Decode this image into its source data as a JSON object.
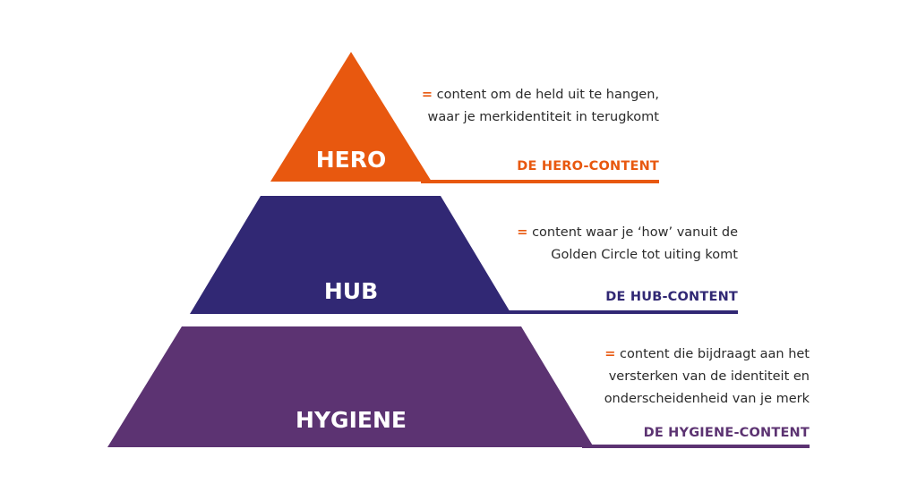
{
  "colors": {
    "hero": "#E8580F",
    "hub": "#312874",
    "hygiene": "#5C3372",
    "text": "#2b2b2b"
  },
  "tiers": [
    {
      "key": "hero",
      "label": "HERO",
      "equals": "=",
      "description_lines": [
        "content om de held uit te hangen,",
        "waar je merkidentiteit in terugkomt"
      ],
      "title": "DE HERO-CONTENT",
      "color": "#E8580F"
    },
    {
      "key": "hub",
      "label": "HUB",
      "equals": "=",
      "description_lines": [
        "content waar je ‘how’ vanuit de",
        "Golden Circle tot uiting komt"
      ],
      "title": "DE HUB-CONTENT",
      "color": "#312874"
    },
    {
      "key": "hygiene",
      "label": "HYGIENE",
      "equals": "=",
      "description_lines": [
        "content die bijdraagt aan het",
        "versterken van de identiteit en",
        "onderscheidenheid van je merk"
      ],
      "title": "DE HYGIENE-CONTENT",
      "color": "#5C3372"
    }
  ]
}
